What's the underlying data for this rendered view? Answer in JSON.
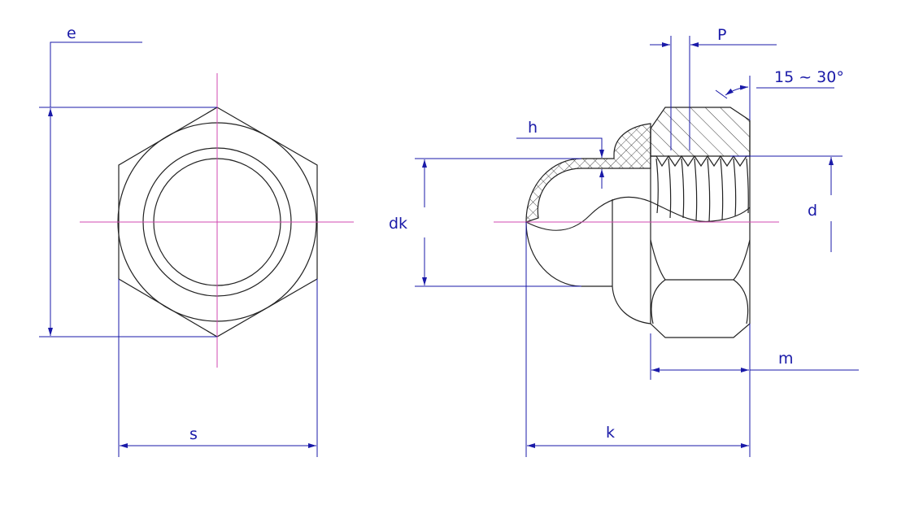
{
  "title": "Prevailing torque type hexagon domed cap nut drawing",
  "labels": {
    "e": "e",
    "s": "s",
    "dk": "dk",
    "k": "k",
    "m": "m",
    "d": "d",
    "p": "P",
    "h": "h",
    "angle": "15 ~ 30°"
  },
  "colors": {
    "dimension": "#1a1aa8",
    "centerline": "#d04ab0",
    "outline": "#222222"
  }
}
